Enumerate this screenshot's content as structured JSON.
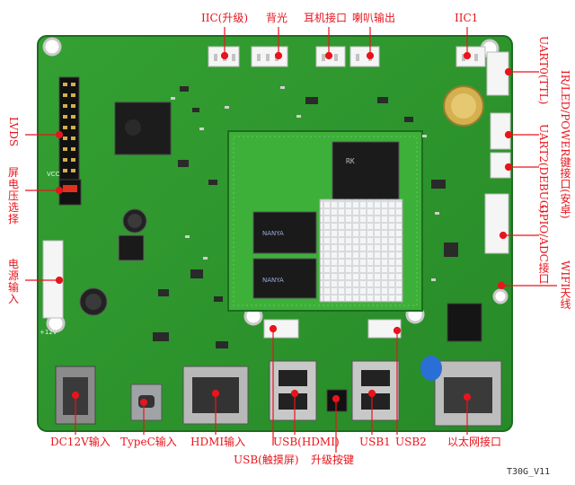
{
  "labels": {
    "iic_upgrade": "IIC(升级)",
    "backlight": "背光",
    "earphone": "耳机接口",
    "speaker": "喇叭输出",
    "iic1": "IIC1",
    "uart0": "UART0(TTL)",
    "ir_led_power": "IR/LED/POWER键接口(安卓)",
    "uart2": "UART2(DEBUG)",
    "gpio_adc": "GPIO/ADC接口",
    "wifi_antenna": "WIFI天线",
    "lvds": "LVDS",
    "screen_voltage": "屏电压选择",
    "power_input": "电源输入",
    "dc12v": "DC12V输入",
    "typec": "TypeC输入",
    "hdmi_in": "HDMI输入",
    "usb_touch": "USB(触摸屏)",
    "usb_hdmi": "USB(HDMI)",
    "upgrade_key": "升级按键",
    "usb1": "USB1",
    "usb2": "USB2",
    "ethernet": "以太网接口"
  },
  "board": {
    "vcc": "VCC",
    "plus12v": "+12V",
    "model": "T30G_V11",
    "chip_mark": "RK",
    "mem_mark": "NANYA"
  },
  "colors": {
    "pcb": "#2f9a2e",
    "pcb_dark": "#1f7a22",
    "label": "#e8141c",
    "silk": "#e8f5e0"
  }
}
